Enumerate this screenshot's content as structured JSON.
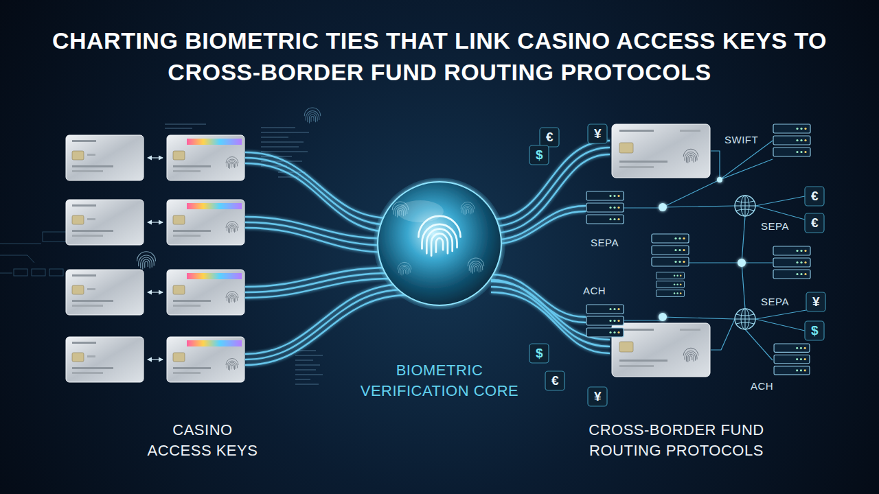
{
  "diagram": {
    "title": "CHARTING BIOMETRIC TIES THAT LINK CASINO ACCESS KEYS TO CROSS-BORDER FUND ROUTING PROTOCOLS",
    "nodes": [
      {
        "text": [
          "BIOMETRIC VERIFICATION CORE"
        ]
      }
    ],
    "labels": [
      "CASINO ACCESS KEYS",
      "CROSS-BORDER FUND ROUTING PROTOCOLS",
      "SWIFT",
      "SEPA",
      "SEPA",
      "SEPA",
      "ACH",
      "ACH",
      "€",
      "¥",
      "$",
      "€",
      "€",
      "¥",
      "$",
      "$",
      "€",
      "¥"
    ]
  }
}
